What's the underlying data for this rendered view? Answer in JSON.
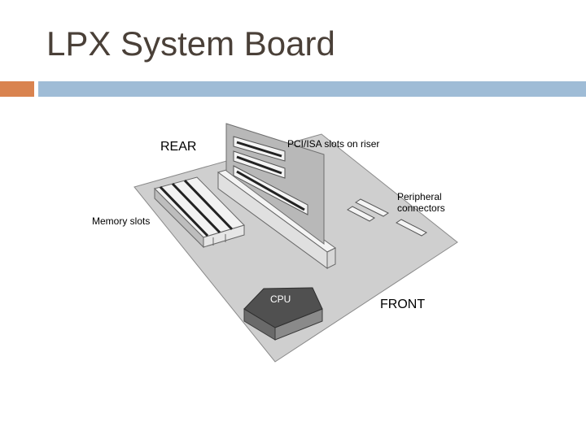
{
  "slide": {
    "title": "LPX System Board"
  },
  "labels": {
    "rear": "REAR",
    "front": "FRONT",
    "pci_isa": "PCI/ISA slots on riser",
    "peripheral_line1": "Peripheral",
    "peripheral_line2": "connectors",
    "memory": "Memory slots",
    "cpu": "CPU"
  },
  "colors": {
    "accent_orange": "#d9834f",
    "accent_blue": "#9fbcd6",
    "title": "#4a4038"
  }
}
